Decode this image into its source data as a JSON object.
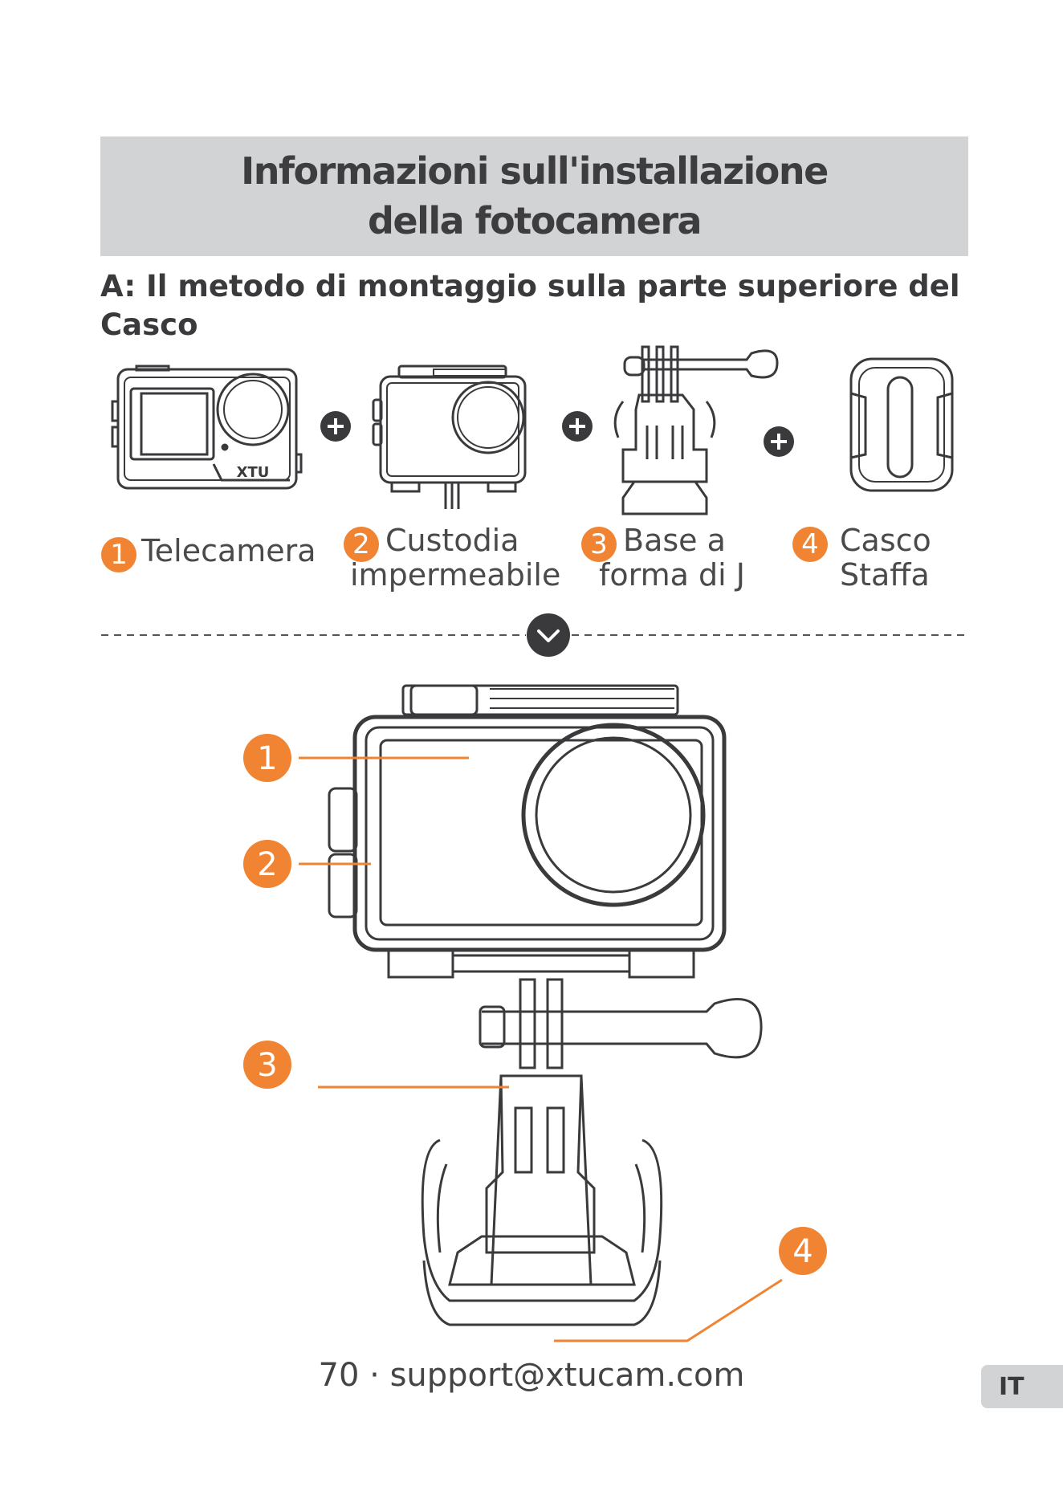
{
  "title": {
    "line1": "Informazioni sull'installazione",
    "line2": "della fotocamera"
  },
  "section": {
    "heading_line1": "A: Il metodo di montaggio sulla parte superiore del",
    "heading_line2": "Casco"
  },
  "components": [
    {
      "number": "1",
      "line1": "Telecamera",
      "line2": ""
    },
    {
      "number": "2",
      "line1": "Custodia",
      "line2": "impermeabile"
    },
    {
      "number": "3",
      "line1": "Base a",
      "line2": "forma di J"
    },
    {
      "number": "4",
      "line1": "Casco",
      "line2": "Staffa"
    }
  ],
  "camera_brand": "XTU",
  "callouts": [
    "1",
    "2",
    "3",
    "4"
  ],
  "footer": {
    "text": "70 · support@xtucam.com",
    "lang": "IT"
  },
  "colors": {
    "accent": "#f08433",
    "band": "#d2d3d5",
    "ink": "#3a3a3c"
  },
  "icons": {
    "plus": "plus-circle-icon",
    "down": "chevron-down-circle-icon"
  }
}
